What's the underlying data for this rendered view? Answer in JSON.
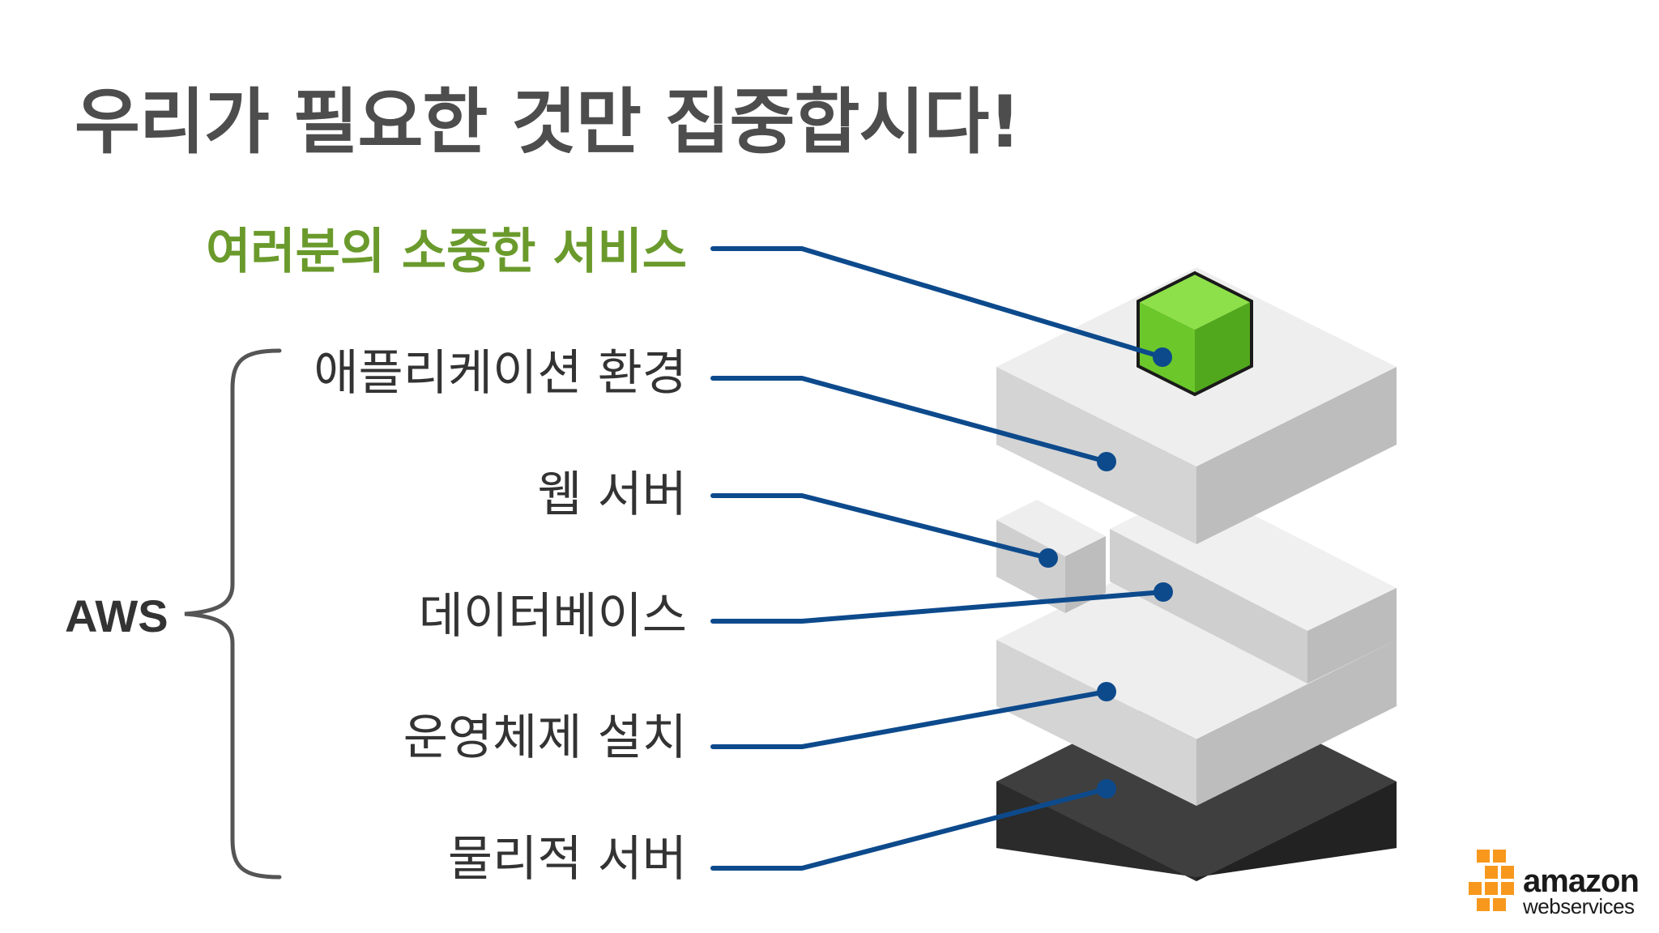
{
  "title": "우리가 필요한 것만 집중합시다!",
  "layers": [
    {
      "label": "여러분의 소중한 서비스",
      "highlight": true
    },
    {
      "label": "애플리케이션 환경"
    },
    {
      "label": "웹 서버"
    },
    {
      "label": "데이터베이스"
    },
    {
      "label": "운영체제 설치"
    },
    {
      "label": "물리적 서버"
    }
  ],
  "aws_label": "AWS",
  "logo": {
    "line1": "amazon",
    "line2": "webservices"
  },
  "colors": {
    "title": "#4d4d4d",
    "highlight": "#6a9a2c",
    "connector": "#0d4a8c",
    "block_light": "#dedede",
    "block_dark": "#333333",
    "service_cube": "#5db81e",
    "logo_orange": "#f7981d"
  }
}
